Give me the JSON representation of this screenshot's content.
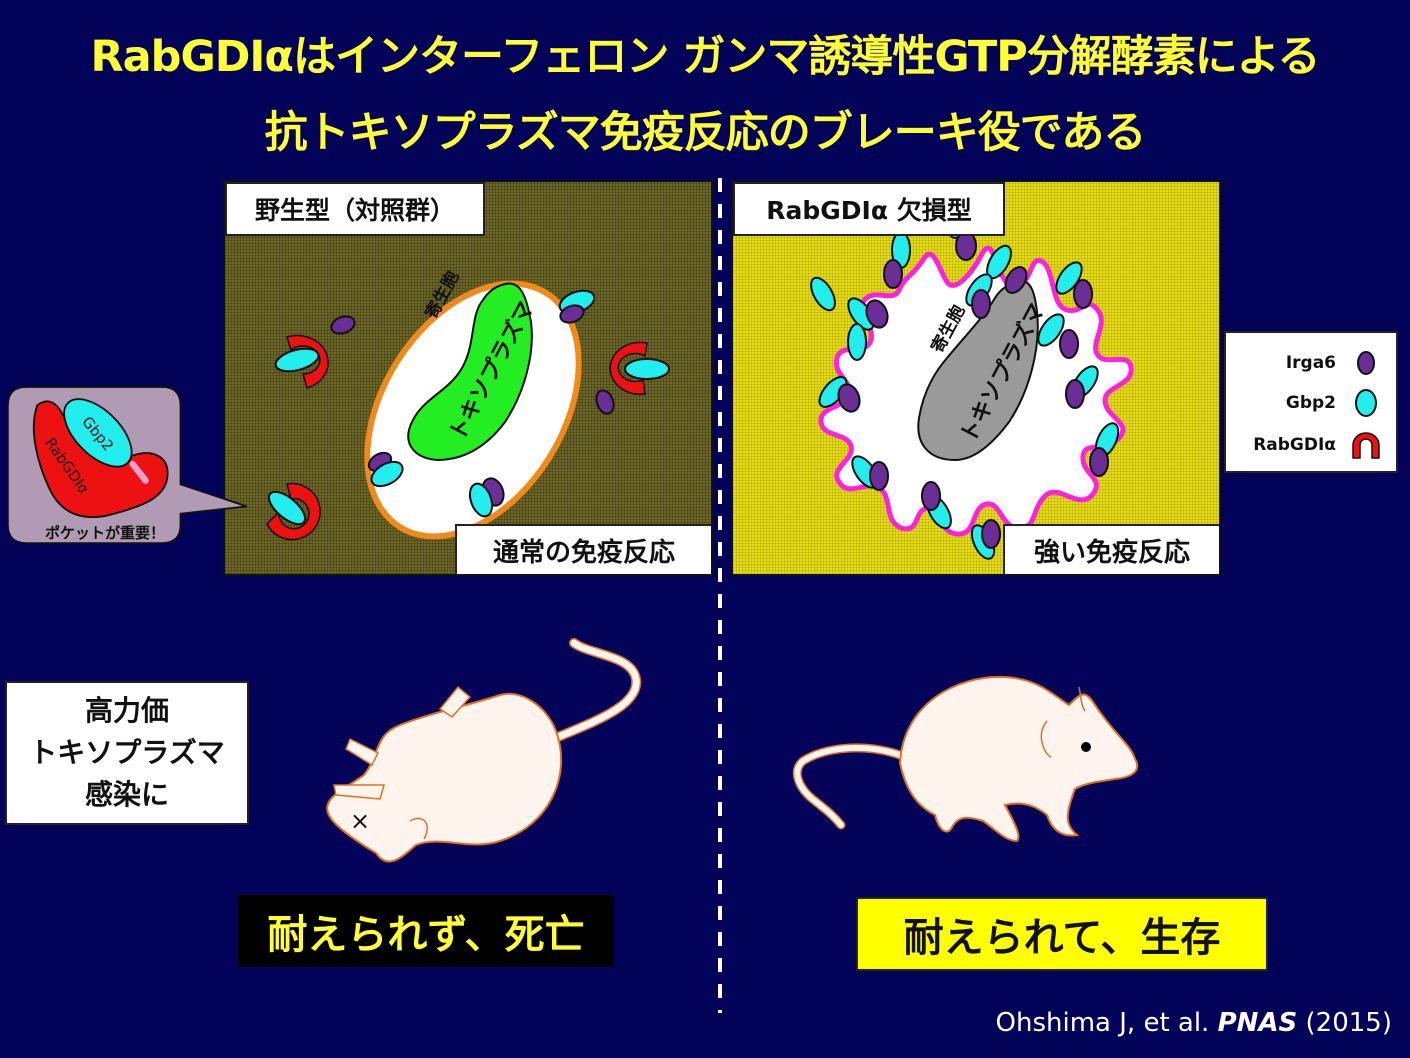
{
  "title": {
    "line1": "RabGDIαはインターフェロン ガンマ誘導性GTP分解酵素による",
    "line2": "抗トキソプラズマ免疫反応のブレーキ役である"
  },
  "panels": {
    "wild_type": {
      "header": "野生型（対照群）",
      "footer": "通常の免疫反応",
      "vacuole_label": "寄生胞",
      "parasite_label": "トキソプラズマ",
      "background_color": "#6b6526",
      "membrane_color": "#f08a1c",
      "parasite_color": "#22ee22"
    },
    "knockout": {
      "header": "RabGDIα 欠損型",
      "footer": "強い免疫反応",
      "vacuole_label": "寄生胞",
      "parasite_label": "トキソプラズマ",
      "background_color": "#e6dc14",
      "membrane_color": "#ff22dd",
      "parasite_color": "#9a9a9a"
    }
  },
  "legend": {
    "items": [
      {
        "label": "Irga6",
        "icon": "purple-oval-icon",
        "color": "#6a2e96"
      },
      {
        "label": "Gbp2",
        "icon": "cyan-oval-icon",
        "color": "#22eeee"
      },
      {
        "label": "RabGDIα",
        "icon": "red-arch-icon",
        "color": "#ee1111"
      }
    ]
  },
  "callout": {
    "gbp2_label": "Gbp2",
    "rabgdi_label": "RabGDIα",
    "caption": "ポケットが重要！",
    "background_color": "#b09ab4"
  },
  "condition": {
    "lines": [
      "高力価",
      "トキソプラズマ",
      "感染に"
    ]
  },
  "results": {
    "wild_type": "耐えられず、死亡",
    "knockout": "耐えられて、生存"
  },
  "citation": {
    "authors": "Ohshima J, et al. ",
    "journal": "PNAS",
    "year": " (2015)"
  },
  "colors": {
    "background": "#020358",
    "title_text": "#ffff33",
    "mouse_fill": "#fff5ee",
    "mouse_outline": "#e07020"
  }
}
